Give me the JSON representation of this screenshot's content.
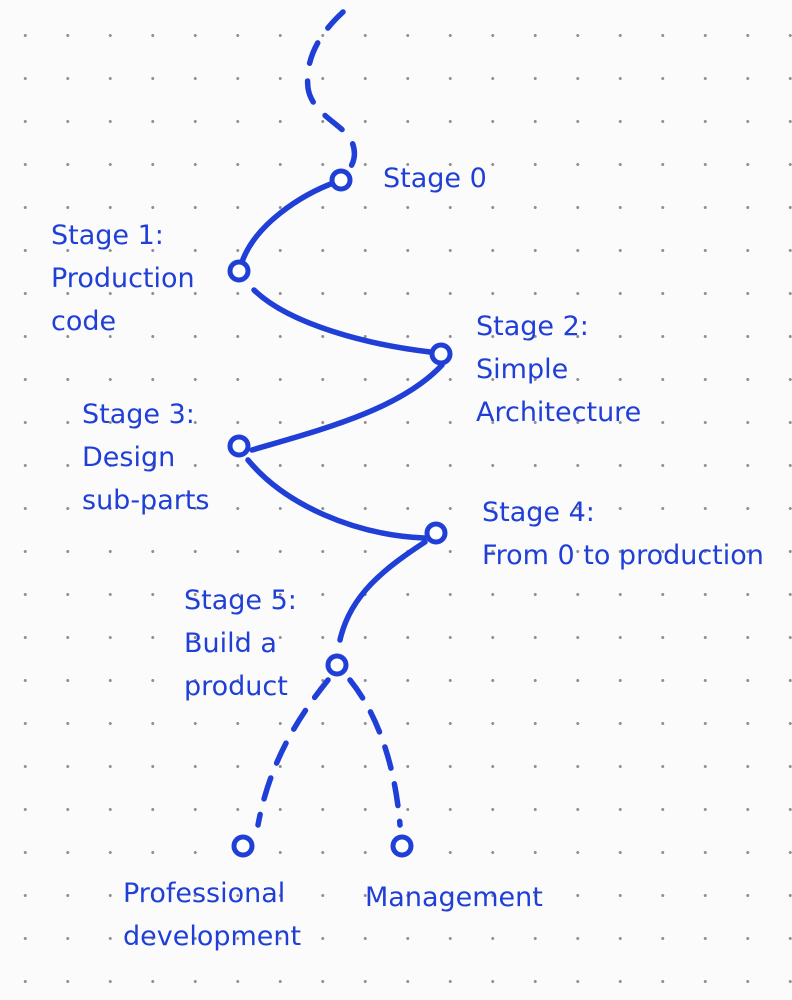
{
  "diagram": {
    "color": "#1f3fd6",
    "stages": [
      {
        "id": "stage-0",
        "lines": [
          "Stage 0"
        ]
      },
      {
        "id": "stage-1",
        "lines": [
          "Stage 1:",
          "Production",
          "code"
        ]
      },
      {
        "id": "stage-2",
        "lines": [
          "Stage 2:",
          "Simple",
          "Architecture"
        ]
      },
      {
        "id": "stage-3",
        "lines": [
          "Stage 3:",
          "Design",
          "sub-parts"
        ]
      },
      {
        "id": "stage-4",
        "lines": [
          "Stage 4:",
          "From 0 to production"
        ]
      },
      {
        "id": "stage-5",
        "lines": [
          "Stage 5:",
          "Build a",
          "product"
        ]
      }
    ],
    "branches": [
      {
        "id": "branch-professional",
        "lines": [
          "Professional",
          "development"
        ]
      },
      {
        "id": "branch-management",
        "lines": [
          "Management"
        ]
      }
    ]
  }
}
